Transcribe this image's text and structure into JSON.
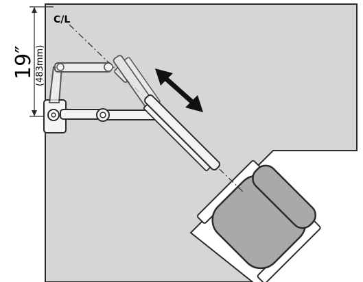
{
  "labels": {
    "centerline": "C/L",
    "dimension_imperial": "19″",
    "dimension_metric": "(483mm)"
  },
  "colors": {
    "desk": "#d6d6d6",
    "outline": "#2b2b2b",
    "chair": "#a9a9a9",
    "arm": "#f4f4f4",
    "monitor_shadow": "#e9e9e9",
    "arrow": "#111111"
  },
  "icons": {
    "motion_indicator": "double-headed-arrow-icon"
  }
}
